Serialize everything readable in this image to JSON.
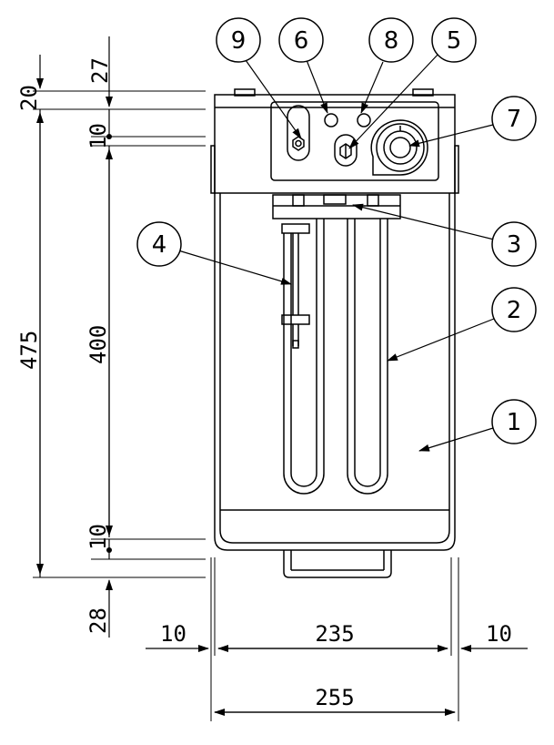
{
  "dimensions": {
    "top_clearance": "27",
    "lid_height": "20",
    "upper_margin": "10",
    "overall_height": "475",
    "heater_length": "400",
    "lower_margin": "10",
    "bottom_clearance": "28",
    "left_margin": "10",
    "inner_width": "235",
    "right_margin": "10",
    "overall_width": "255"
  },
  "callouts": [
    "1",
    "2",
    "3",
    "4",
    "5",
    "6",
    "7",
    "8",
    "9"
  ]
}
